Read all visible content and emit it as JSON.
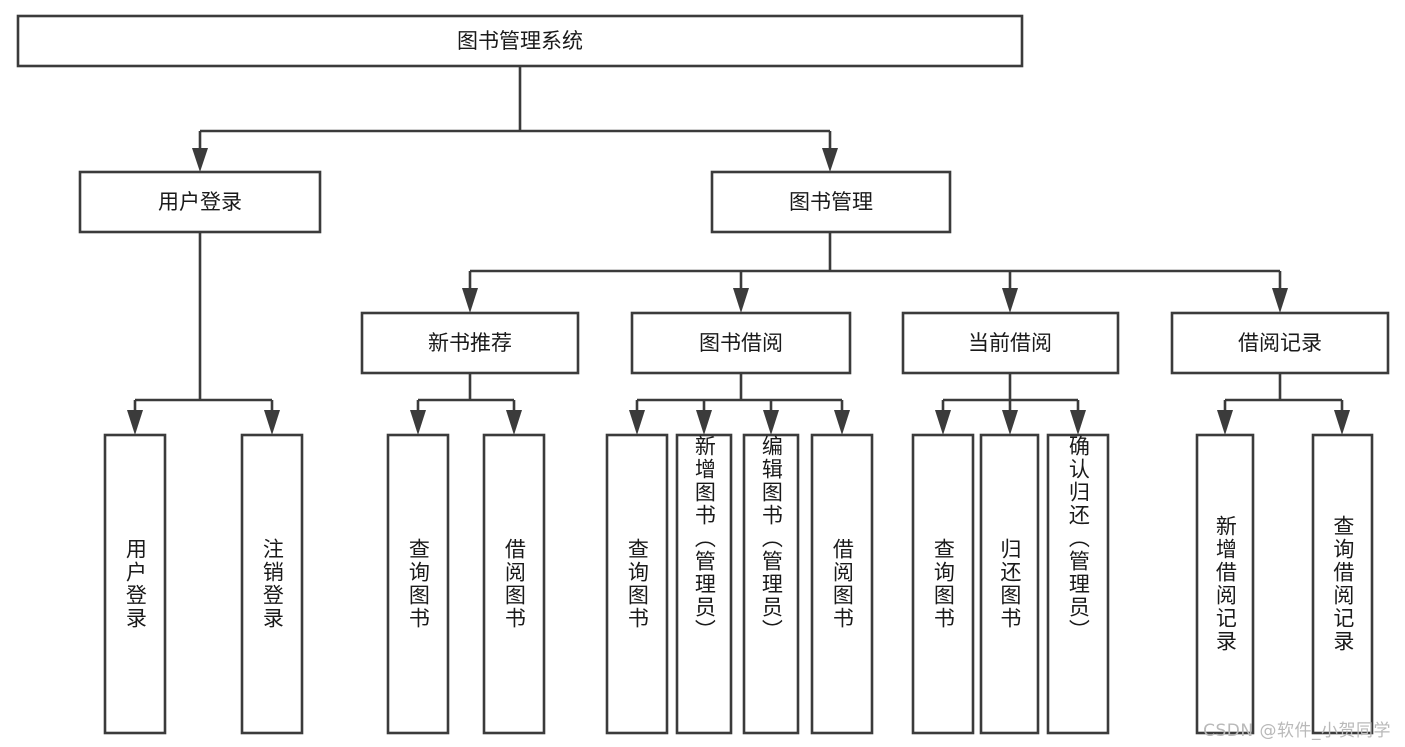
{
  "diagram": {
    "type": "tree",
    "title": "图书管理系统",
    "root": {
      "label": "图书管理系统"
    },
    "level1": [
      {
        "label": "用户登录"
      },
      {
        "label": "图书管理"
      }
    ],
    "level2": [
      {
        "label": "新书推荐"
      },
      {
        "label": "图书借阅"
      },
      {
        "label": "当前借阅"
      },
      {
        "label": "借阅记录"
      }
    ],
    "leaves": {
      "user_login": [
        {
          "label": "用户登录"
        },
        {
          "label": "注销登录"
        }
      ],
      "new_book_recommend": [
        {
          "label": "查询图书"
        },
        {
          "label": "借阅图书"
        }
      ],
      "book_borrow": [
        {
          "label": "查询图书"
        },
        {
          "label": "新增图书（管理员）"
        },
        {
          "label": "编辑图书（管理员）"
        },
        {
          "label": "借阅图书"
        }
      ],
      "current_borrow": [
        {
          "label": "查询图书"
        },
        {
          "label": "归还图书"
        },
        {
          "label": "确认归还（管理员）"
        }
      ],
      "borrow_record": [
        {
          "label": "新增借阅记录"
        },
        {
          "label": "查询借阅记录"
        }
      ]
    }
  },
  "watermark": {
    "text": "CSDN @软件_小贺同学"
  },
  "colors": {
    "box_stroke": "#3b3b3b",
    "box_fill": "#ffffff",
    "text": "#1a1a1a",
    "watermark": "#b9b9b9",
    "background": "#ffffff"
  }
}
